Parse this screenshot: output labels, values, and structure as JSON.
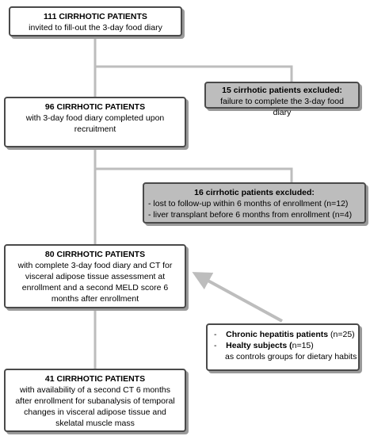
{
  "boxes": {
    "enrolled": {
      "title": "111 CIRRHOTIC PATIENTS",
      "text": "invited to fill-out the 3-day food diary"
    },
    "excluded1": {
      "title": "15 cirrhotic patients excluded:",
      "text": "failure to complete the 3-day food diary"
    },
    "completed": {
      "title": "96 CIRRHOTIC PATIENTS",
      "lines": [
        "with 3-day food diary completed upon",
        "recruitment"
      ]
    },
    "excluded2": {
      "title": "16 cirrhotic patients excluded:",
      "lines": [
        "- lost to follow-up within 6 months of enrollment (n=12)",
        "- liver transplant before 6 months from enrollment (n=4)"
      ]
    },
    "analysis": {
      "title": "80 CIRRHOTIC PATIENTS",
      "lines": [
        "with complete 3-day food diary and CT for",
        "visceral adipose tissue assessment at",
        "enrollment and a second MELD score 6",
        "months after enrollment"
      ]
    },
    "controls": {
      "item1_bullet": "-",
      "item1_bold": "Chronic hepatitis patients",
      "item1_rest": " (n=25)",
      "item2_bullet": "-",
      "item2_bold": "Healty subjects (",
      "item2_rest": "n=15)",
      "note": "as controls groups for dietary habits"
    },
    "subanalysis": {
      "title": "41 CIRRHOTIC PATIENTS",
      "lines": [
        "with availability of a second CT 6 months",
        "after enrollment for subanalysis of temporal",
        "changes in visceral adipose tissue and",
        "skelatal muscle mass"
      ]
    }
  },
  "colors": {
    "connector": "#bdbdbd",
    "border": "#4a4a4a",
    "shaded_box": "#bdbdbd",
    "shadow": "#9a9a9a"
  }
}
